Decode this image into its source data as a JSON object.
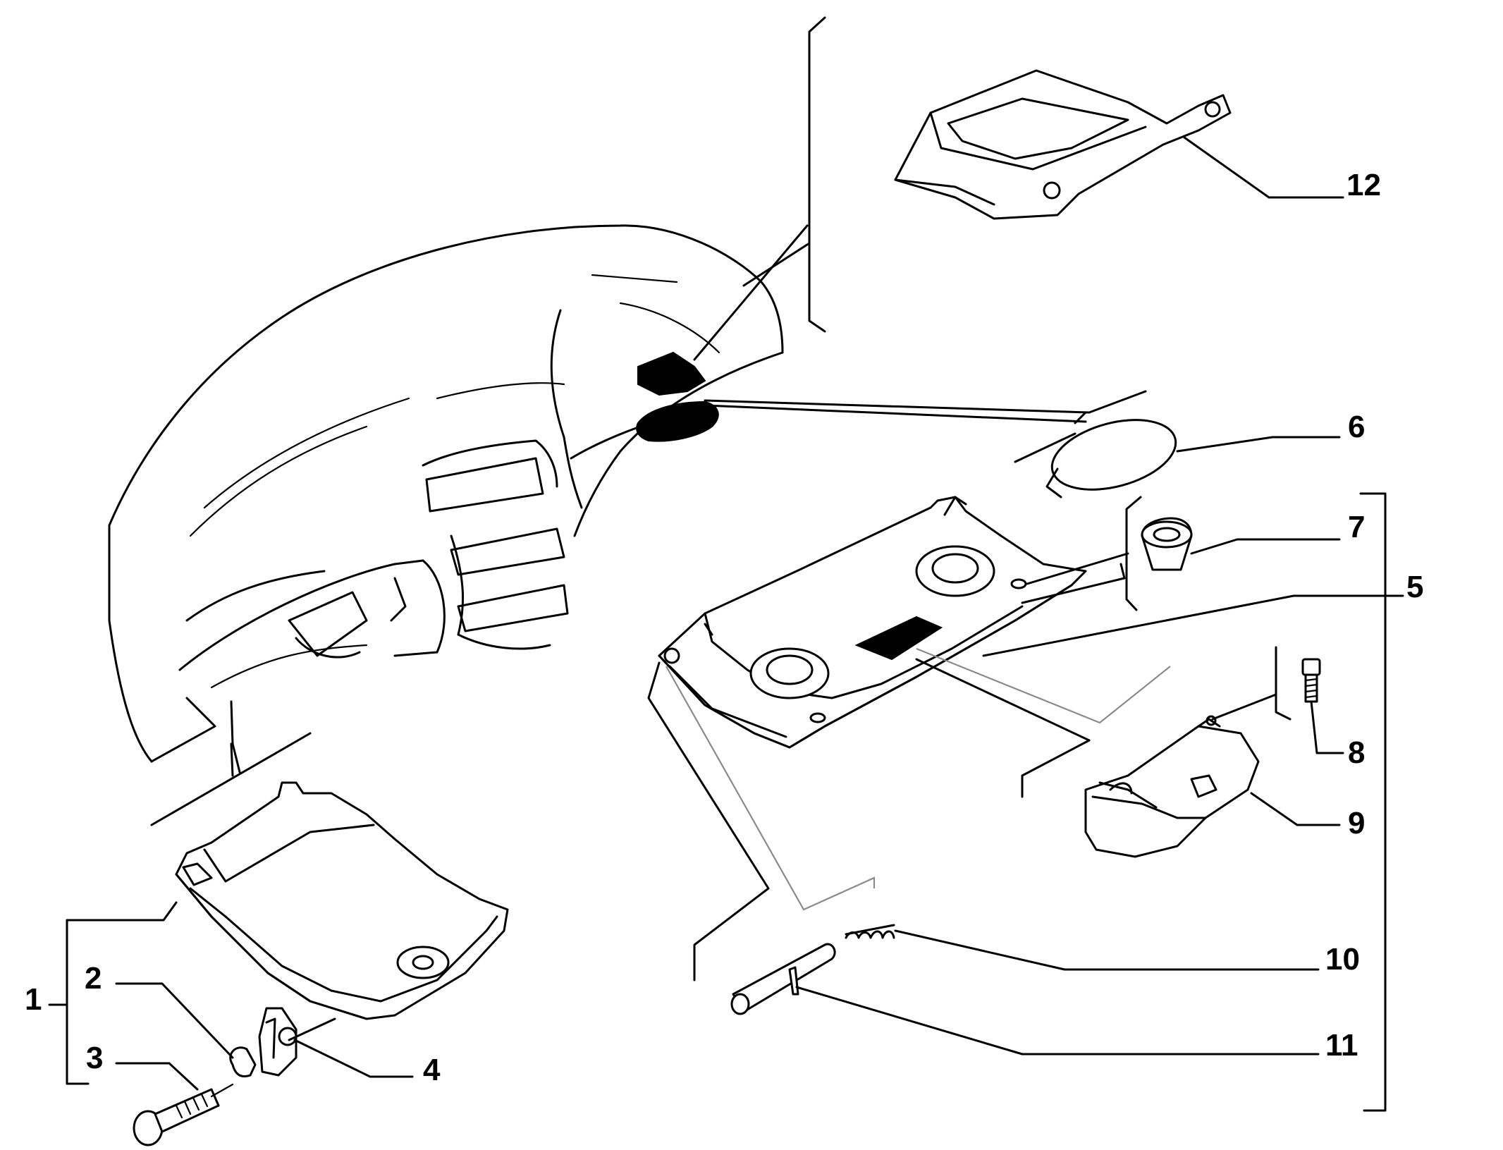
{
  "diagram": {
    "labels": [
      {
        "id": "1",
        "text": "1"
      },
      {
        "id": "2",
        "text": "2"
      },
      {
        "id": "3",
        "text": "3"
      },
      {
        "id": "4",
        "text": "4"
      },
      {
        "id": "5",
        "text": "5"
      },
      {
        "id": "6",
        "text": "6"
      },
      {
        "id": "7",
        "text": "7"
      },
      {
        "id": "8",
        "text": "8"
      },
      {
        "id": "9",
        "text": "9"
      },
      {
        "id": "10",
        "text": "10"
      },
      {
        "id": "11",
        "text": "11"
      },
      {
        "id": "12",
        "text": "12"
      }
    ]
  },
  "colors": {
    "ink": "#000000",
    "paper": "#ffffff",
    "guide": "#8a8a8a"
  }
}
